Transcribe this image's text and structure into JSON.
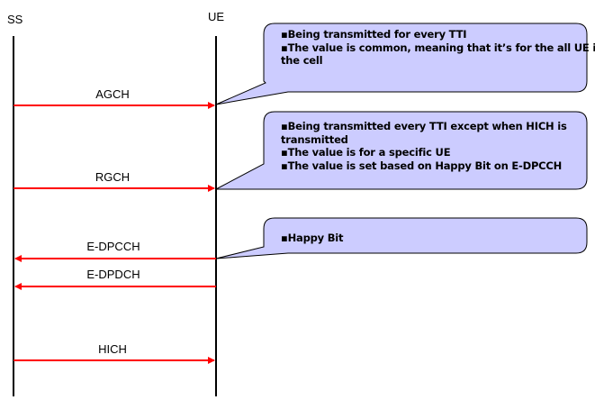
{
  "entities": {
    "left": "SS",
    "right": "UE"
  },
  "messages": [
    {
      "label": "AGCH",
      "direction": "SS-to-UE"
    },
    {
      "label": "RGCH",
      "direction": "SS-to-UE"
    },
    {
      "label": "E-DPCCH",
      "direction": "UE-to-SS"
    },
    {
      "label": "E-DPDCH",
      "direction": "UE-to-SS"
    },
    {
      "label": "HICH",
      "direction": "SS-to-UE"
    }
  ],
  "callouts": [
    {
      "lines": [
        "▪Being transmitted for every TTI",
        "▪The value is common, meaning that it’s for the all UE in",
        "the cell"
      ]
    },
    {
      "lines": [
        "▪Being transmitted every TTI except when HICH is",
        "transmitted",
        "▪The value is for a specific UE",
        "▪The value is set based on Happy Bit on E-DPCCH"
      ]
    },
    {
      "lines": [
        "▪Happy Bit"
      ]
    }
  ],
  "colors": {
    "arrow": "#ff0000",
    "lifeline": "#000000",
    "callout_fill": "#ccccff",
    "callout_stroke": "#000000"
  }
}
